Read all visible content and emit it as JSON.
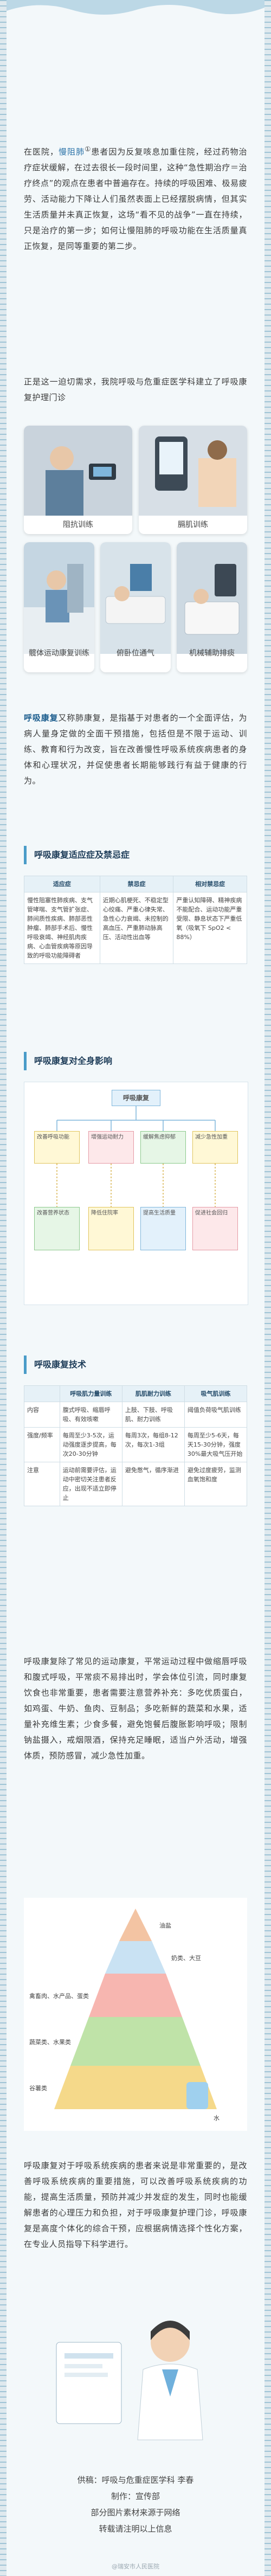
{
  "intro": {
    "text_before": "在医院，",
    "term": "慢阻肺",
    "sup": "①",
    "text_after": "患者因为反复咳息加重住院，经过药物治疗症状缓解，在过去很长一段时间里，这种“急性期治疗＝治疗终点”的观点在患者中普遍存在。持续的呼吸困难、极易疲劳、活动能力下降让人们虽然表面上已经摆脱病情，但其实生活质量并未真正恢复，这场“看不见的战争”一直在持续，只是治疗的第一步；如何让慢阻肺的呼吸功能在生活质量真正恢复，是同等重要的第二步。"
  },
  "intro2": "正是这一迫切需求，我院呼吸与危重症医学科建立了呼吸康复护理门诊",
  "photos": [
    {
      "caption": "阻抗训练"
    },
    {
      "caption": "膈肌训练"
    },
    {
      "caption": "髋体运动康复训练"
    },
    {
      "caption": "俯卧位通气"
    },
    {
      "caption": "机械辅助排痰"
    }
  ],
  "definition": {
    "term": "呼吸康复",
    "text": "又称肺康复，是指基于对患者的一个全面评估，为病人量身定做的全面干预措施，包括但是不限于运动、训练、教育和行为改变，旨在改善慢性呼吸系统疾病患者的身体和心理状况，并促使患者长期能够践行有益于健康的行为。"
  },
  "section1": {
    "title": "呼吸康复适应症及禁忌症",
    "headers": [
      "适应症",
      "禁忌症",
      "相对禁忌症"
    ],
    "rows": [
      [
        "慢性阻塞性肺疾病、支气管哮喘、支气管扩张症、肺间质性疾病、肺部恶性肿瘤、肺部手术后、慢性呼吸衰竭、神经肌肉疾病、心血管疾病等原因导致的呼吸功能障碍者",
        "近期心肌梗死、不稳定型心绞痛、严重心律失常、急性心力衰竭、未控制的高血压、严重肺动脉高压、活动性出血等",
        "严重认知障碍、精神疾病不能配合、运动功能严重受限、静息状态下严重低氧（吸氧下 SpO2 < 88%）"
      ]
    ]
  },
  "section2": {
    "title": "呼吸康复对全身影响",
    "center": "呼吸康复",
    "boxes": [
      "改善呼吸功能",
      "增强运动耐力",
      "缓解焦虑抑郁",
      "减少急性加重",
      "改善营养状态",
      "降低住院率",
      "提高生活质量",
      "促进社会回归"
    ]
  },
  "section3": {
    "title": "呼吸康复技术",
    "headers": [
      "",
      "呼吸肌力量训练",
      "肌肌耐力训练",
      "吸气肌训练"
    ],
    "rows": [
      [
        "内容",
        "腹式呼吸、缩唇呼吸、有效咳嗽",
        "上肢、下肢、呼吸肌、耐力训练",
        "阈值负荷吸气肌训练"
      ],
      [
        "强度/频率",
        "每周至少3-5次，运动强度逐步提高，每次20-30分钟",
        "每周3次，每组8-12次，每次1-3组",
        "每周至少5-6天，每天15-30分钟，强度30%最大吸气压开始"
      ],
      [
        "注意",
        "运动前需要评估，运动中密切关注患者反应，出现不适立即停止",
        "避免憋气，循序渐进",
        "避免过度疲劳，监测血氧饱和度"
      ]
    ]
  },
  "para_exercise": "呼吸康复除了常见的运动康复，平常运动过程中做缩唇呼吸和腹式呼吸，平常痰不易排出时，学会体位引流，同时康复饮食也非常重要，患者需要注意营养补充：多吃优质蛋白，如鸡蛋、牛奶、鱼肉、豆制品；多吃新鲜的蔬菜和水果，适量补充维生素；少食多餐，避免饱餐后腹胀影响呼吸；限制钠盐摄入，戒烟限酒，保持充足睡眠，适当户外活动，增强体质，预防感冒，减少急性加重。",
  "pyramid_labels": [
    "油盐",
    "奶类、大豆",
    "禽畜肉、水产品、蛋类",
    "蔬菜类、水果类",
    "谷薯类",
    "水"
  ],
  "closing": "呼吸康复对于呼吸系统疾病的患者来说是非常重要的，是改善呼吸系统疾病的重要措施，可以改善呼吸系统疾病的功能，提高生活质量，预防并减少并发症的发生，同时也能缓解患者的心理压力和负担，对于呼吸康复护理门诊，呼吸康复是高度个体化的综合干预，应根据病情选择个性化方案，在专业人员指导下科学进行。",
  "credits": {
    "line1": "供稿：呼吸与危重症医学科  李春",
    "line2": "制作：宣传部",
    "line3": "部分图片素材来源于网络",
    "line4": "转载请注明以上信息"
  },
  "watermark": "@瑞安市人民医院",
  "colors": {
    "accent": "#4a9cc8",
    "title": "#1e3d59",
    "highlight": "#2c73a8"
  }
}
